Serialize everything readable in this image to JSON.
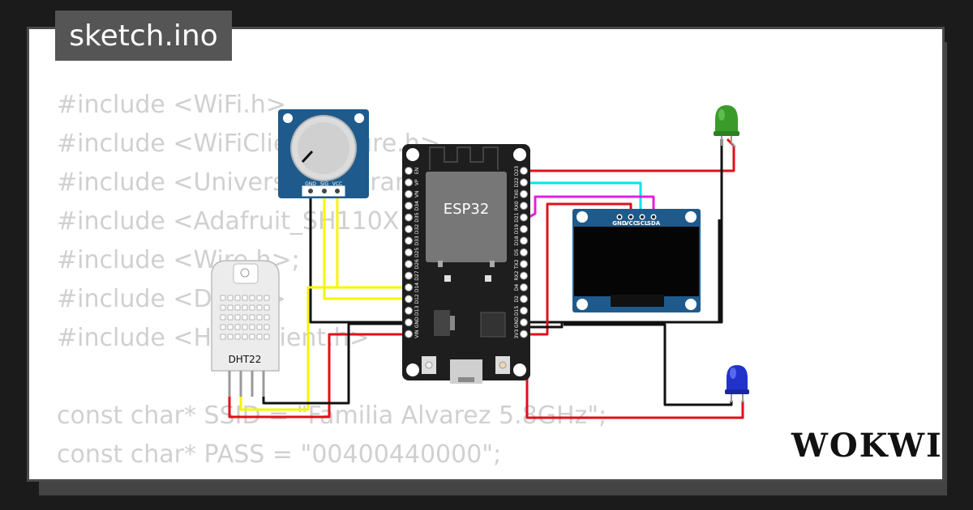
{
  "title": "sketch.ino",
  "brand": "WOKWI",
  "code_lines": [
    "#include <WiFi.h>",
    "#include <WiFiClientSecure.h>",
    "#include <UniversalTelegramBot.h>",
    "#include <Adafruit_SH110X.h>",
    "#include <Wire.h>;",
    "#include <DHT.h>",
    "#include <HTTPClient.h>",
    "",
    "const char* SSID = \"Familia Alvarez 5.8GHz\";",
    "const char* PASS = \"00400440000\";"
  ],
  "components": {
    "esp32": {
      "label": "ESP32",
      "left_pins": [
        "EN",
        "VP",
        "VN",
        "D34",
        "D35",
        "D32",
        "D33",
        "D25",
        "D26",
        "D27",
        "D14",
        "D12",
        "D13",
        "GND",
        "VIN"
      ],
      "right_pins": [
        "D23",
        "D22",
        "TX0",
        "RX0",
        "D21",
        "D19",
        "D18",
        "D5",
        "TX2",
        "RX2",
        "D4",
        "D2",
        "D15",
        "GND",
        "3V3"
      ]
    },
    "dht22": {
      "label": "DHT22"
    },
    "potentiometer": {
      "pins": [
        "GND",
        "SIG",
        "VCC"
      ]
    },
    "oled": {
      "pins": [
        "GND",
        "VCC",
        "SCL",
        "SDA"
      ]
    },
    "leds": [
      {
        "color": "#3a9b2a"
      },
      {
        "color": "#2233cc"
      }
    ]
  },
  "colors": {
    "red_wire": "#e0101a",
    "black_wire": "#111111",
    "yellow_wire": "#f5f500",
    "cyan_wire": "#00e5ef",
    "magenta_wire": "#e020e0",
    "board_bg": "#1e1e1e",
    "pcb_blue": "#1e5b8c"
  }
}
